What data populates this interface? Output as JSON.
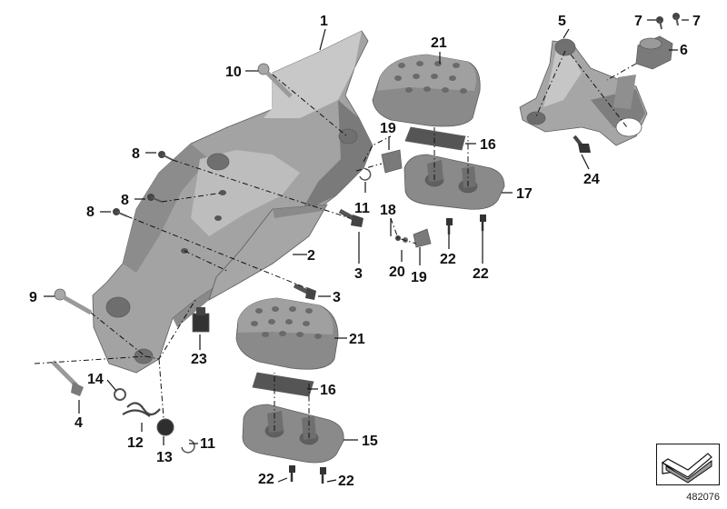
{
  "colors": {
    "part_fill": "#9c9c9c",
    "part_light": "#c4c4c4",
    "part_dark": "#6f6f6f",
    "line": "#111111"
  },
  "callouts": {
    "c1": "1",
    "c2": "2",
    "c3a": "3",
    "c3b": "3",
    "c4": "4",
    "c5": "5",
    "c6": "6",
    "c7a": "7",
    "c7b": "7",
    "c8a": "8",
    "c8b": "8",
    "c8c": "8",
    "c9": "9",
    "c10": "10",
    "c11a": "11",
    "c11b": "11",
    "c12": "12",
    "c13": "13",
    "c14": "14",
    "c15": "15",
    "c16a": "16",
    "c16b": "16",
    "c17": "17",
    "c18": "18",
    "c19a": "19",
    "c19b": "19",
    "c20": "20",
    "c21a": "21",
    "c21b": "21",
    "c22a": "22",
    "c22b": "22",
    "c22c": "22",
    "c22d": "22",
    "c23": "23",
    "c24": "24"
  },
  "reference_number": "482076"
}
